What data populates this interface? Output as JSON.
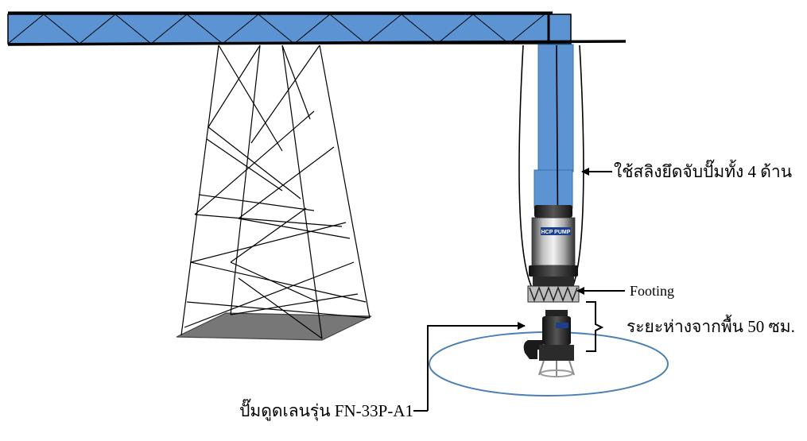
{
  "labels": {
    "cable": "ใช้สลิงยึดจับปั๊มทั้ง 4 ด้าน",
    "footing": "Footing",
    "clearance": "ระยะห่างจากพื้น 50 ซม.",
    "pump_model": "ปั๊มดูดเลนรุ่น FN-33P-A1",
    "brand": "HCP PUMP"
  },
  "colors": {
    "beam_fill": "#5b93d3",
    "pipe_fill": "#5b93d3",
    "base_plate": "#777777",
    "water_ring": "#4a7fb5",
    "line": "#000000"
  }
}
